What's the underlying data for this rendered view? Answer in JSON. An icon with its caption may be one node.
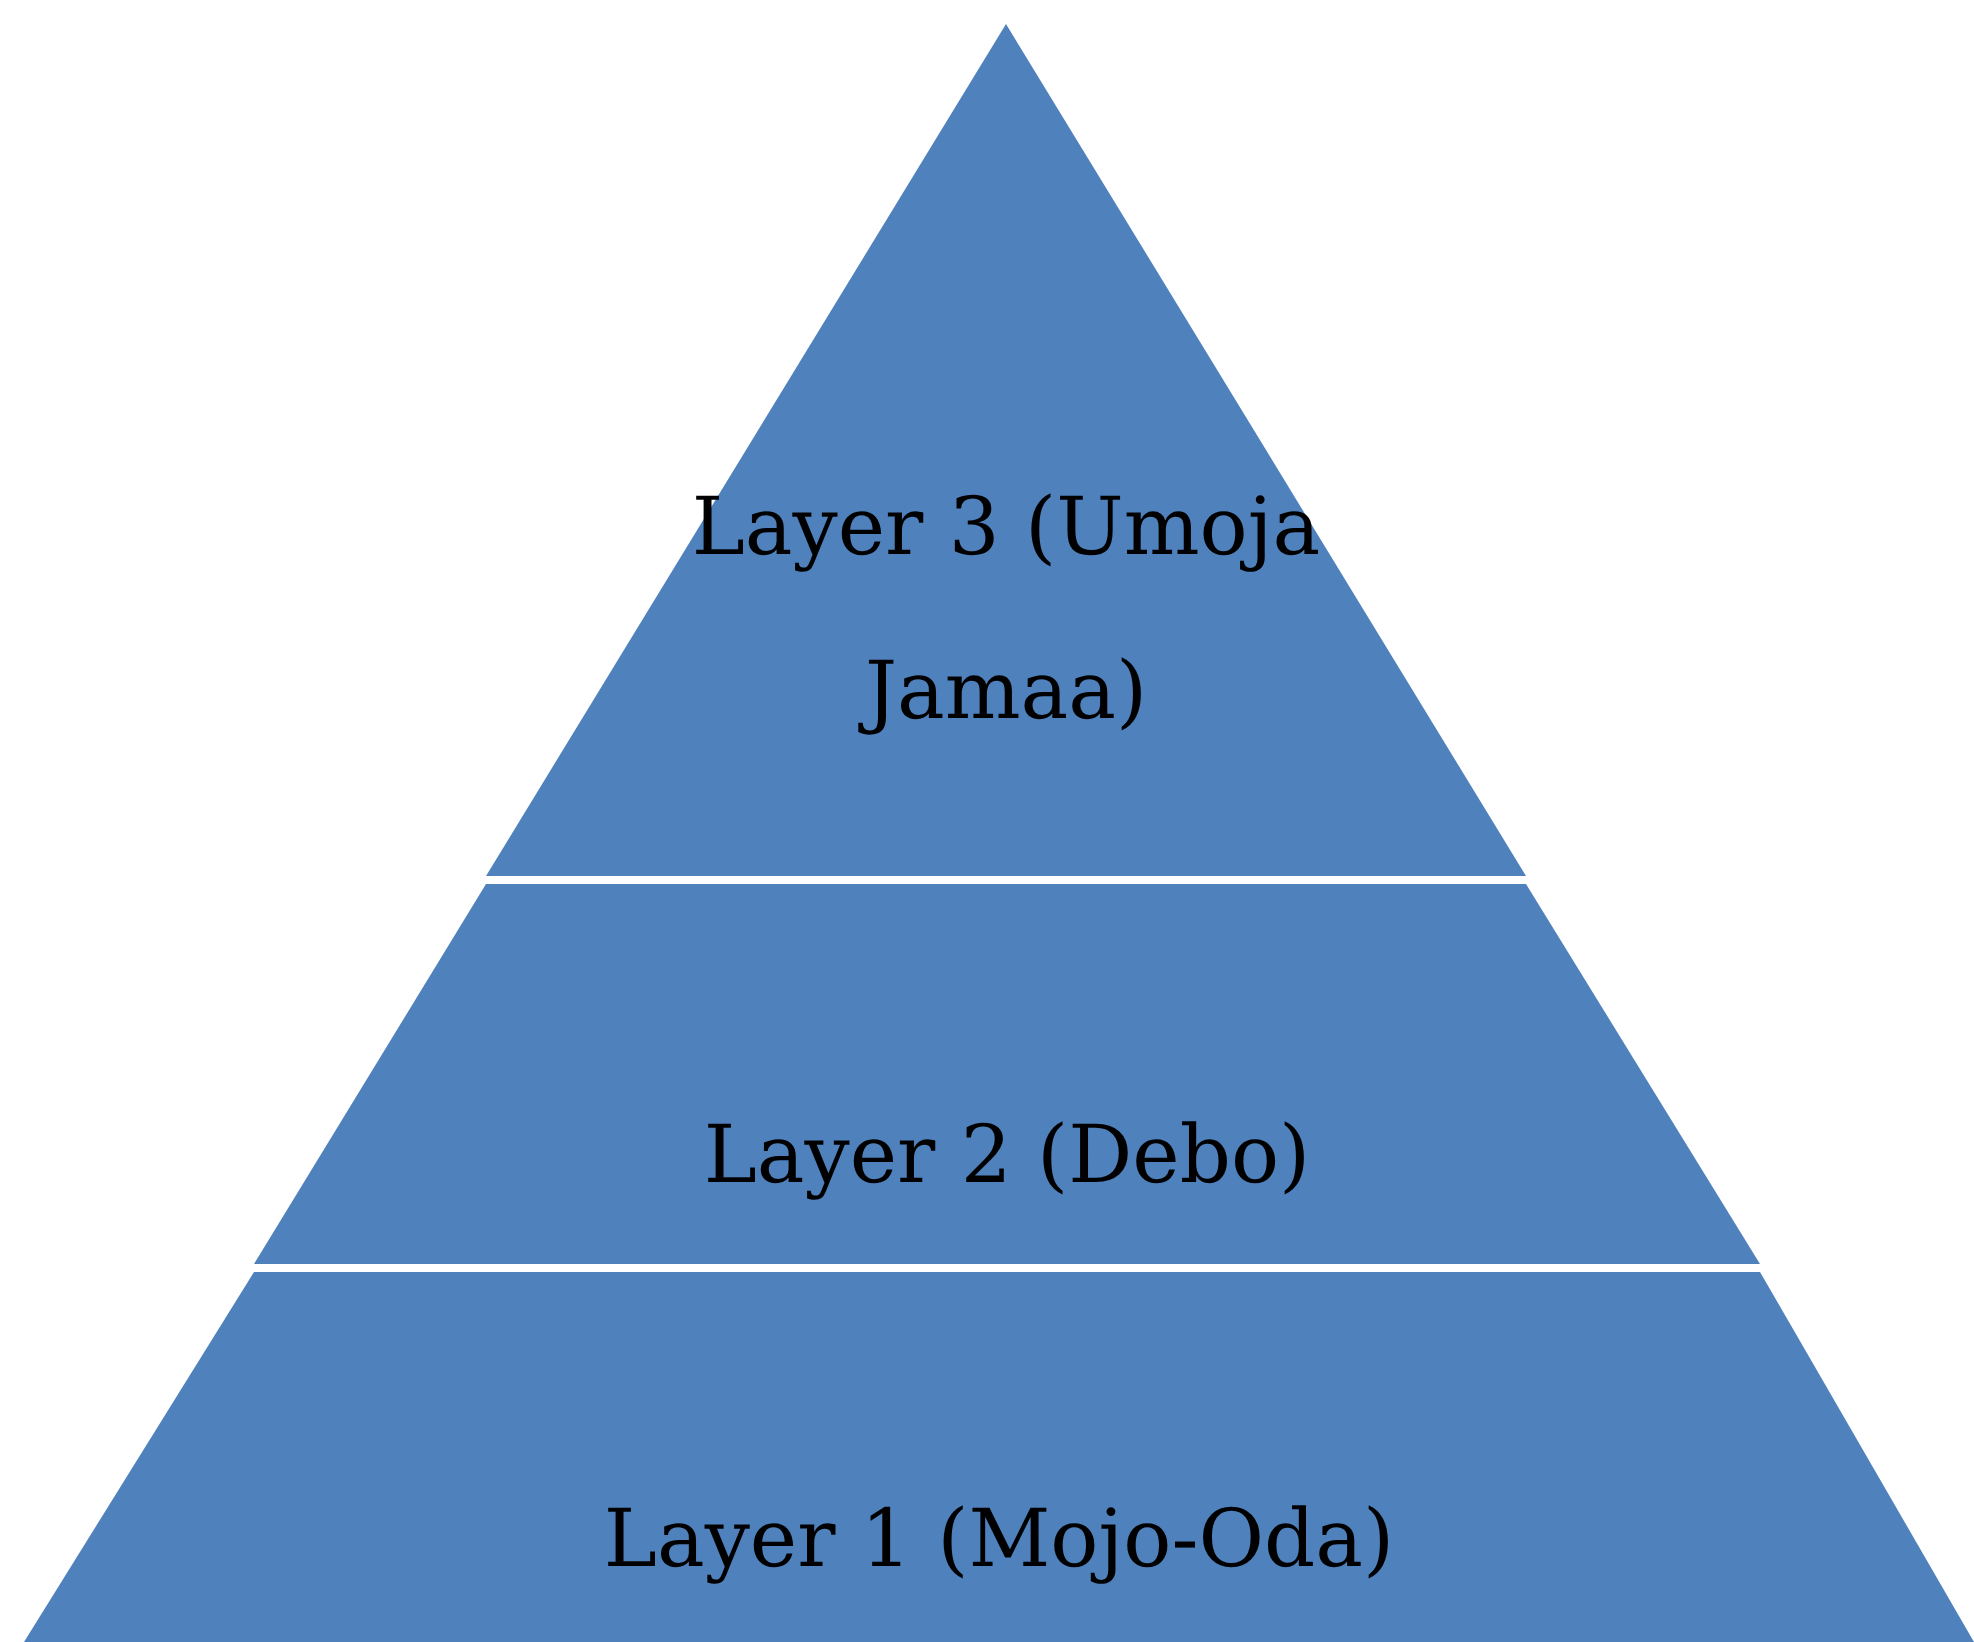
{
  "diagram": {
    "nodes": [
      {
        "text": [
          "Layer 3 (Umoja Jamaa)"
        ]
      },
      {
        "text": [
          "Layer 2 (Debo)"
        ]
      },
      {
        "text": [
          "Layer 1 (Mojo-Oda)"
        ]
      }
    ]
  }
}
